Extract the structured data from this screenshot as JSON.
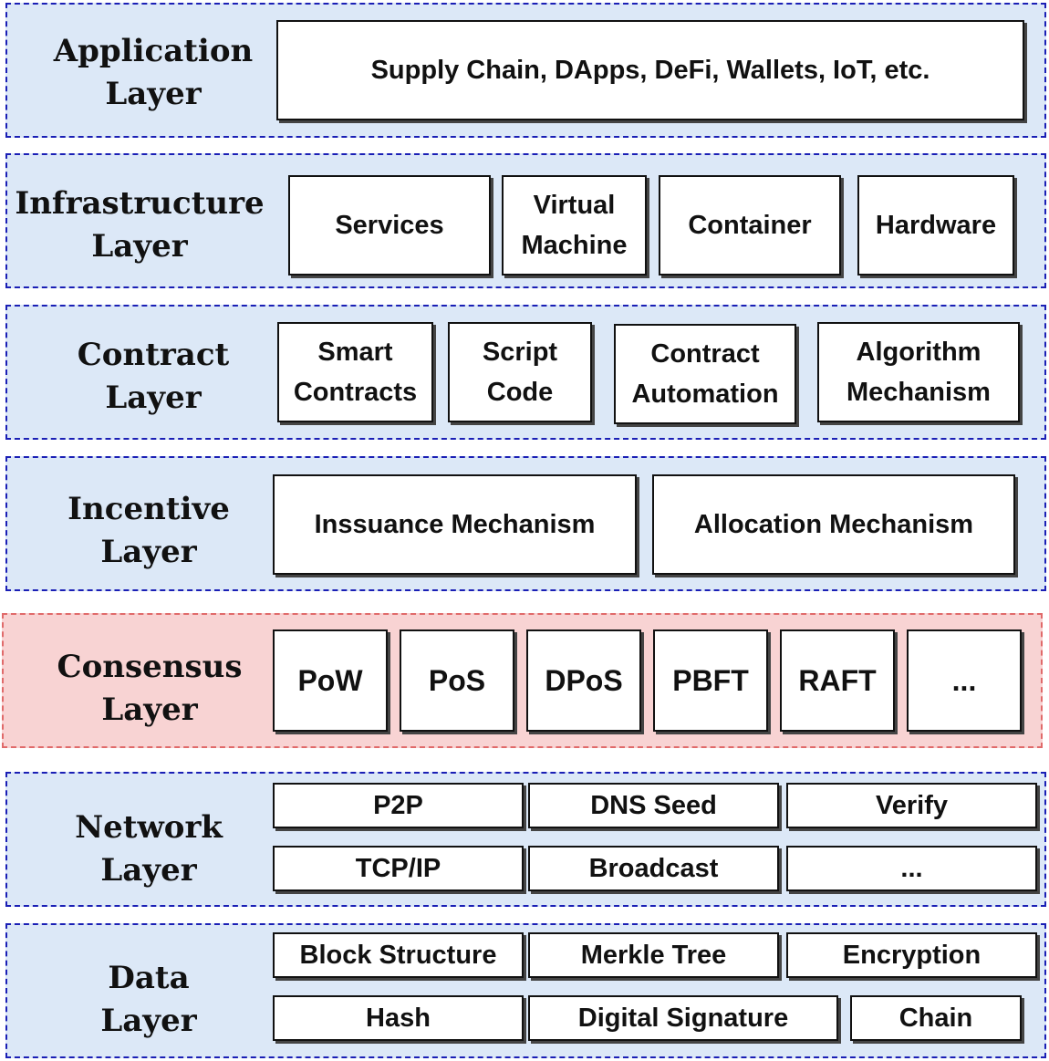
{
  "layers": {
    "application": {
      "label": "Application\nLayer",
      "items": [
        "Supply Chain, DApps, DeFi, Wallets, IoT, etc."
      ]
    },
    "infrastructure": {
      "label": "Infrastructure\nLayer",
      "items": [
        "Services",
        "Virtual\nMachine",
        "Container",
        "Hardware"
      ]
    },
    "contract": {
      "label": "Contract\nLayer",
      "items": [
        "Smart\nContracts",
        "Script\nCode",
        "Contract\nAutomation",
        "Algorithm\nMechanism"
      ]
    },
    "incentive": {
      "label": "Incentive\nLayer",
      "items": [
        "Inssuance Mechanism",
        "Allocation Mechanism"
      ]
    },
    "consensus": {
      "label": "Consensus\nLayer",
      "items": [
        "PoW",
        "PoS",
        "DPoS",
        "PBFT",
        "RAFT",
        "..."
      ]
    },
    "network": {
      "label": "Network\nLayer",
      "items": [
        "P2P",
        "DNS Seed",
        "Verify",
        "TCP/IP",
        "Broadcast",
        "..."
      ]
    },
    "data": {
      "label": "Data\nLayer",
      "items": [
        "Block Structure",
        "Merkle Tree",
        "Encryption",
        "Hash",
        "Digital Signature",
        "Chain"
      ]
    }
  },
  "colors": {
    "layer_fill": "#dce8f7",
    "layer_border": "#1a1fb5",
    "highlight_fill": "#f8d3d3",
    "highlight_border": "#e06a6a"
  }
}
